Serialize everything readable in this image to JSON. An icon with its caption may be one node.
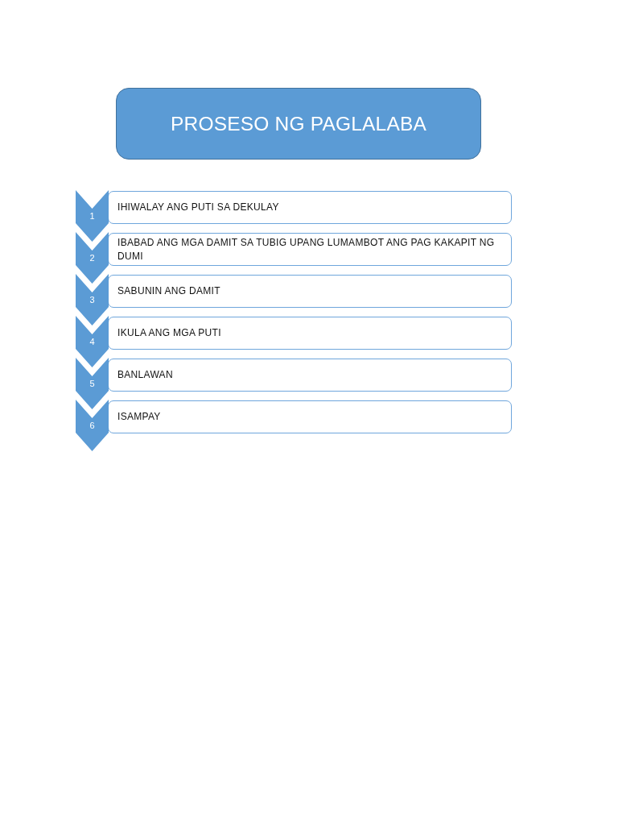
{
  "diagram": {
    "nodes": [
      {
        "text": [
          "PROSESO NG PAGLALABA"
        ]
      },
      {
        "text": [
          "1"
        ]
      },
      {
        "text": [
          "IHIWALAY ANG PUTI SA DEKULAY"
        ]
      },
      {
        "text": [
          "2"
        ]
      },
      {
        "text": [
          "IBABAD ANG MGA DAMIT SA TUBIG UPANG LUMAMBOT ANG PAG KAKAPIT NG DUMI"
        ]
      },
      {
        "text": [
          "3"
        ]
      },
      {
        "text": [
          "SABUNIN ANG DAMIT"
        ]
      },
      {
        "text": [
          "4"
        ]
      },
      {
        "text": [
          "IKULA ANG MGA PUTI"
        ]
      },
      {
        "text": [
          "5"
        ]
      },
      {
        "text": [
          "BANLAWAN"
        ]
      },
      {
        "text": [
          "6"
        ]
      },
      {
        "text": [
          "ISAMPAY"
        ]
      }
    ]
  }
}
